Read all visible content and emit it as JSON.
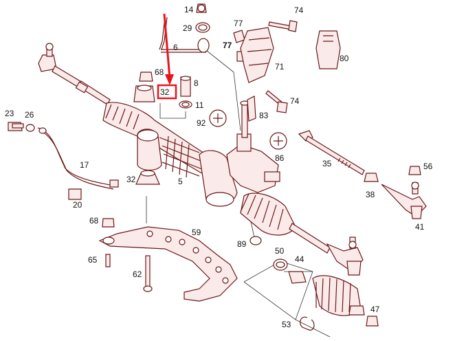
{
  "labels": {
    "l14": "14",
    "l29": "29",
    "l6": "6",
    "l77a": "77",
    "l77b": "77",
    "l74a": "74",
    "l71": "71",
    "l80": "80",
    "l68a": "68",
    "l8": "8",
    "l32a": "32",
    "l11": "11",
    "l74b": "74",
    "l83": "83",
    "l92": "92",
    "l23": "23",
    "l26": "26",
    "l17": "17",
    "l32b": "32",
    "l5": "5",
    "l20": "20",
    "l86": "86",
    "l35": "35",
    "l56": "56",
    "l38": "38",
    "l41": "41",
    "l68b": "68",
    "l59": "59",
    "l89": "89",
    "l50": "50",
    "l44": "44",
    "l65": "65",
    "l62": "62",
    "l47": "47",
    "l53": "53"
  },
  "highlight": {
    "label": "32",
    "color": "#e8141b"
  },
  "colors": {
    "ink": "#6b1616",
    "fill": "#fbeaea",
    "accent": "#e8141b"
  }
}
